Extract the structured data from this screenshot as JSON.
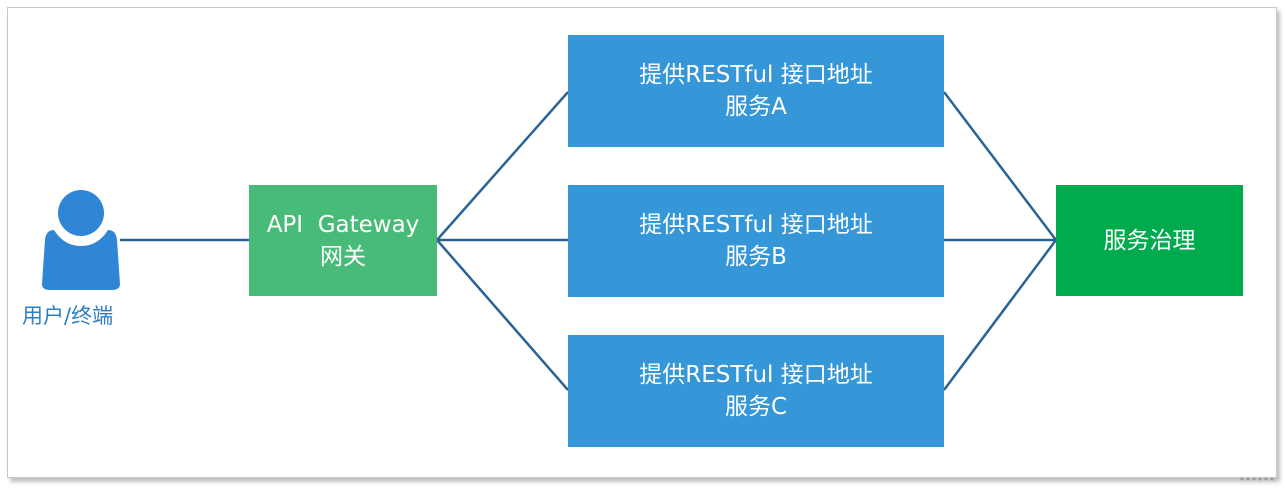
{
  "user": {
    "label": "用户/终端",
    "icon": "user-icon"
  },
  "gateway": {
    "line1": "API  Gateway",
    "line2": "网关"
  },
  "services": [
    {
      "line1": "提供RESTful 接口地址",
      "line2": "服务A"
    },
    {
      "line1": "提供RESTful 接口地址",
      "line2": "服务B"
    },
    {
      "line1": "提供RESTful 接口地址",
      "line2": "服务C"
    }
  ],
  "governance": {
    "label": "服务治理"
  },
  "colors": {
    "service": "#3597d8",
    "gateway": "#48bb78",
    "governance": "#00ab4e",
    "user_icon": "#2f86d6",
    "connector": "#2a6496"
  }
}
